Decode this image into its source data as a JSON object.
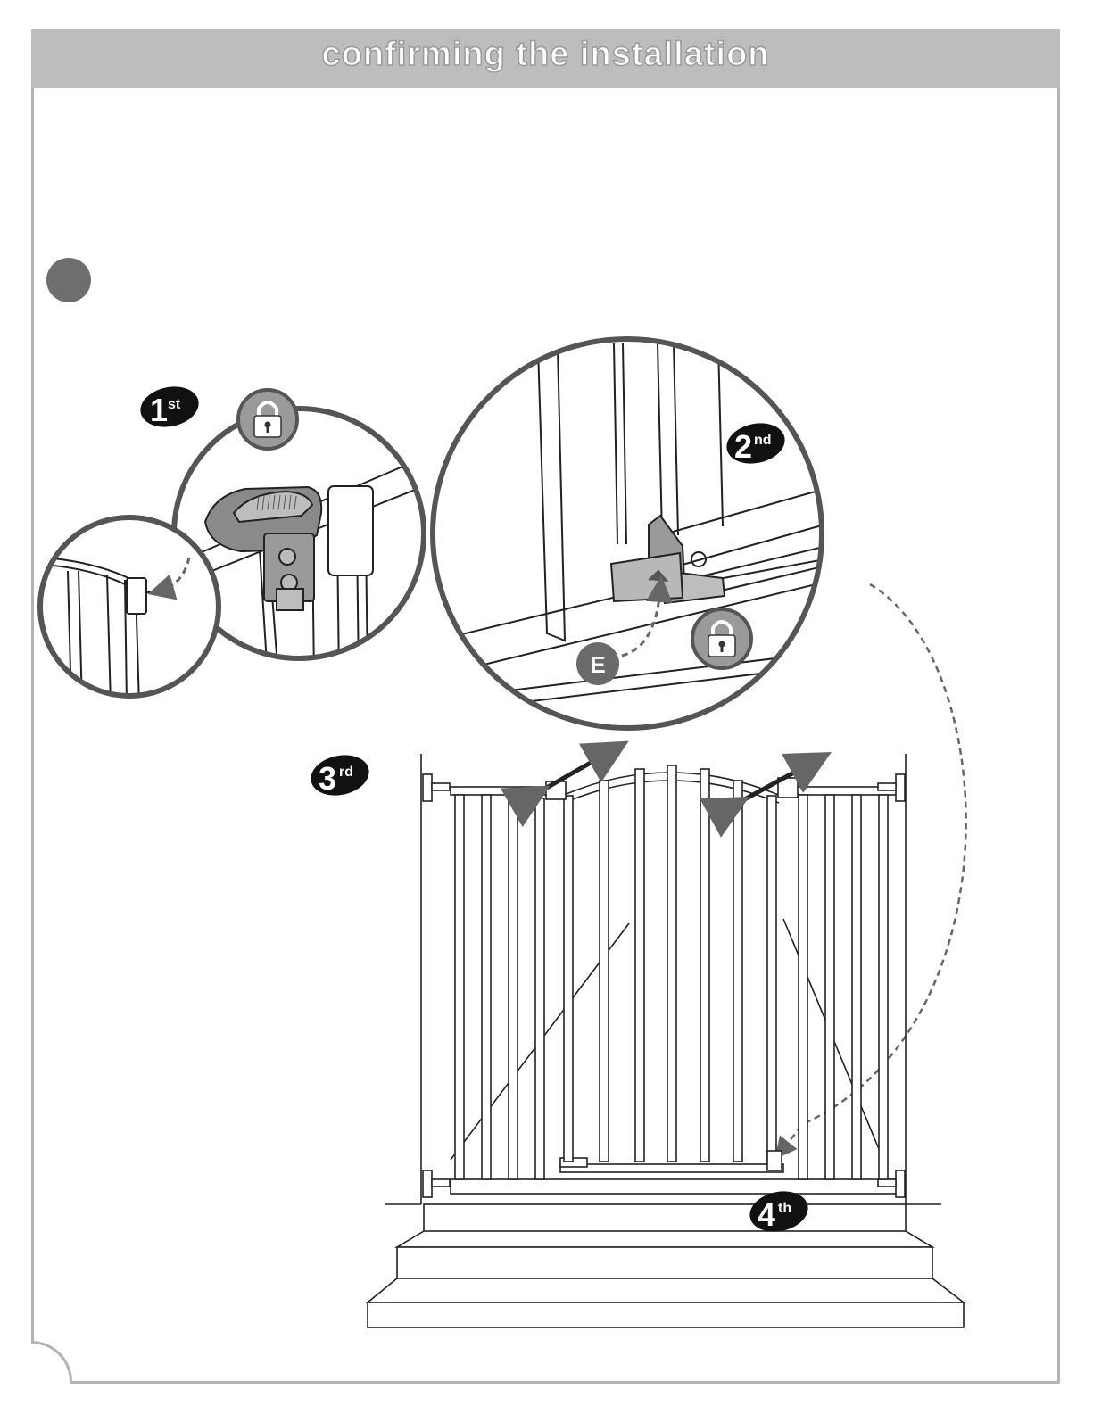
{
  "header": {
    "title": "confirming the installation"
  },
  "labels": {
    "first_num": "1",
    "first_suffix": "st",
    "second_num": "2",
    "second_suffix": "nd",
    "third_num": "3",
    "third_suffix": "rd",
    "fourth_num": "4",
    "fourth_suffix": "th",
    "part_e": "E"
  },
  "icons": {
    "lock_a": "padlock-icon",
    "lock_b": "padlock-icon",
    "step_marker": "step-bullet-icon"
  },
  "colors": {
    "header": "#bdbdbd",
    "frame": "#b3b3b3",
    "badge": "#111111",
    "marker": "#6e6e6e",
    "lock_badge": "#9a9a9a"
  }
}
